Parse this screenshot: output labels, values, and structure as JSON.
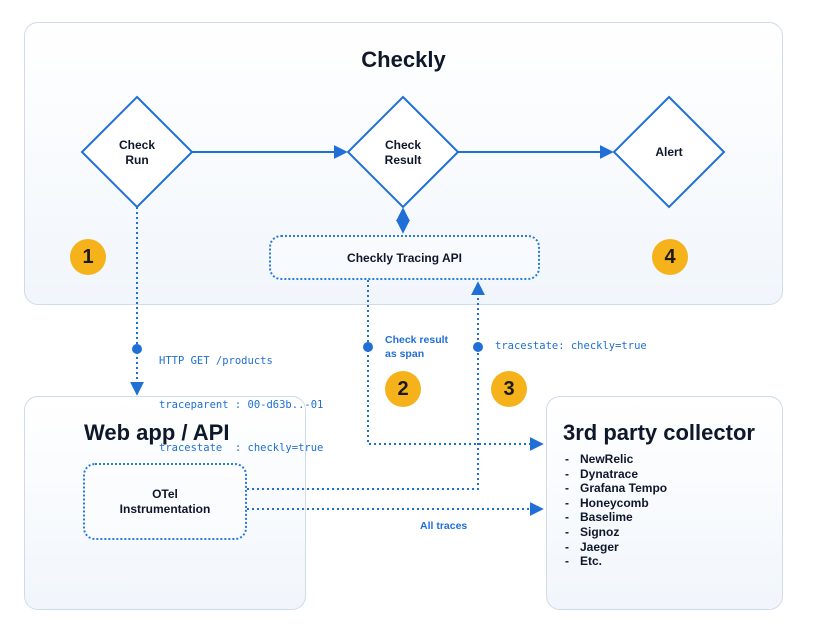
{
  "checkly": {
    "title": "Checkly",
    "check_run": [
      "Check",
      "Run"
    ],
    "check_result": [
      "Check",
      "Result"
    ],
    "alert": "Alert",
    "tracing_api": "Checkly Tracing API"
  },
  "webapp": {
    "title": "Web app / API",
    "otel": [
      "OTel",
      "Instrumentation"
    ]
  },
  "collector": {
    "title": "3rd party collector",
    "items": [
      "NewRelic",
      "Dynatrace",
      "Grafana Tempo",
      "Honeycomb",
      "Baselime",
      "Signoz",
      "Jaeger",
      "Etc."
    ]
  },
  "annotations": {
    "http_request": [
      "HTTP GET /products",
      "traceparent : 00-d63b..-01",
      "tracestate  : checkly=true"
    ],
    "check_result_span": [
      "Check result",
      "as span"
    ],
    "tracestate": "tracestate: checkly=true",
    "all_traces": "All traces"
  },
  "badges": [
    "1",
    "2",
    "3",
    "4"
  ],
  "colors": {
    "accent": "#1f6fd6",
    "badge": "#f5b21a",
    "panel_border": "#cfdbe8"
  }
}
